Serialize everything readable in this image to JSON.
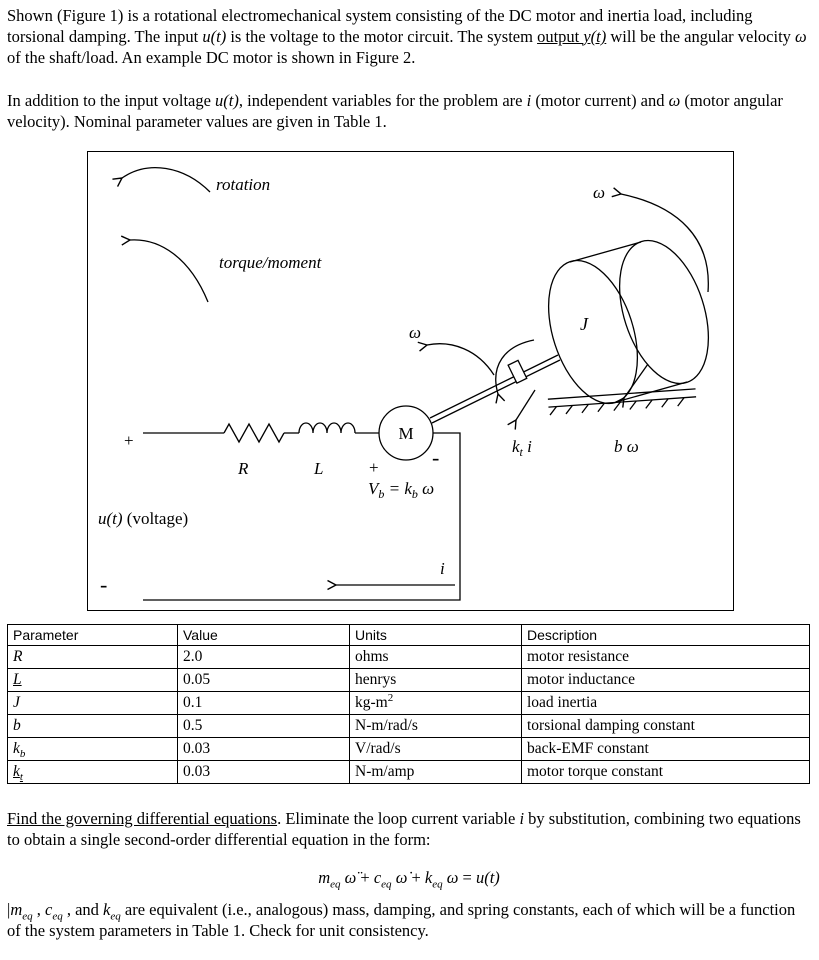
{
  "intro": {
    "p1": [
      {
        "t": "Shown (Figure 1) is a rotational electromechanical system consisting of the DC motor and inertia load, including torsional damping. The input "
      },
      {
        "t": "u(t)",
        "i": 1
      },
      {
        "t": " is the voltage to the motor circuit. The system "
      },
      {
        "t": "output ",
        "u": 1
      },
      {
        "t": "y(t)",
        "i": 1,
        "u": 1
      },
      {
        "t": " will be the angular velocity  "
      },
      {
        "t": "ω",
        "i": 1
      },
      {
        "t": "  of the shaft/load.   An example DC motor is shown in Figure 2."
      }
    ],
    "p2": [
      {
        "t": "In addition to the input voltage "
      },
      {
        "t": "u(t)",
        "i": 1
      },
      {
        "t": ", independent variables for the problem are "
      },
      {
        "t": "i",
        "i": 1
      },
      {
        "t": " (motor current) and "
      },
      {
        "t": "ω",
        "i": 1
      },
      {
        "t": " (motor angular velocity). Nominal parameter values are given in Table 1."
      }
    ]
  },
  "figure": {
    "rotation": "rotation",
    "torque": "torque/moment",
    "omega_top": "ω",
    "omega_mid": "ω",
    "motor": "M",
    "r_label": "R",
    "l_label": "L",
    "plus_input": "+",
    "minus_input": "-",
    "plus_motor": "+",
    "minus_motor": "-",
    "vb": [
      "V",
      "b",
      " = k",
      "b",
      " ω"
    ],
    "voltage": [
      "u(t)",
      "  (voltage)"
    ],
    "i_label": "i",
    "kti": [
      "k",
      "t",
      " i"
    ],
    "bw": [
      "b",
      " ω"
    ],
    "j_label": "J"
  },
  "table": {
    "headers": [
      "Parameter",
      "Value",
      "Units",
      "Description"
    ],
    "rows": [
      {
        "param": [
          {
            "t": "R",
            "i": 1
          }
        ],
        "value": [
          {
            "t": "2.0"
          }
        ],
        "units": [
          {
            "t": "ohms"
          }
        ],
        "desc": [
          {
            "t": "motor resistance"
          }
        ]
      },
      {
        "param": [
          {
            "t": "L",
            "i": 1,
            "u": 1
          }
        ],
        "value": [
          {
            "t": "0.05"
          }
        ],
        "units": [
          {
            "t": "henrys"
          }
        ],
        "desc": [
          {
            "t": "motor inductance"
          }
        ]
      },
      {
        "param": [
          {
            "t": "J",
            "i": 1
          }
        ],
        "value": [
          {
            "t": "0.1"
          }
        ],
        "units": [
          {
            "t": "kg-m"
          },
          {
            "t": "2",
            "sup": 1
          }
        ],
        "desc": [
          {
            "t": "load inertia"
          }
        ]
      },
      {
        "param": [
          {
            "t": "b",
            "i": 1
          }
        ],
        "value": [
          {
            "t": "0.5"
          }
        ],
        "units": [
          {
            "t": "N-m/rad/s"
          }
        ],
        "desc": [
          {
            "t": "torsional damping constant"
          }
        ]
      },
      {
        "param": [
          {
            "t": "k",
            "i": 1
          },
          {
            "t": "b",
            "i": 1,
            "sub": 1
          }
        ],
        "value": [
          {
            "t": "0.03"
          }
        ],
        "units": [
          {
            "t": "V/rad/s"
          }
        ],
        "desc": [
          {
            "t": "back-EMF constant"
          }
        ]
      },
      {
        "param": [
          {
            "t": "k",
            "i": 1,
            "u": 1
          },
          {
            "t": "t",
            "i": 1,
            "sub": 1,
            "u": 1
          }
        ],
        "value": [
          {
            "t": "0.03"
          }
        ],
        "units": [
          {
            "t": "N-m/amp"
          }
        ],
        "desc": [
          {
            "t": "motor torque constant"
          }
        ]
      }
    ]
  },
  "tasks": {
    "p1": [
      {
        "t": "Find the governing differential equations",
        "u": 1
      },
      {
        "t": ".  Eliminate the loop current variable "
      },
      {
        "t": "i",
        "i": 1
      },
      {
        "t": " by substitution, combining two equations to obtain a single second-order differential equation in the form:"
      }
    ],
    "equation": [
      {
        "t": "m",
        "i": 1
      },
      {
        "t": "eq",
        "i": 1,
        "sub": 1
      },
      {
        "t": " "
      },
      {
        "t": "ω̈",
        "i": 1
      },
      {
        "t": " + "
      },
      {
        "t": "c",
        "i": 1
      },
      {
        "t": "eq",
        "i": 1,
        "sub": 1
      },
      {
        "t": " "
      },
      {
        "t": "ω̇",
        "i": 1
      },
      {
        "t": " + "
      },
      {
        "t": "k",
        "i": 1
      },
      {
        "t": "eq",
        "i": 1,
        "sub": 1
      },
      {
        "t": " "
      },
      {
        "t": "ω",
        "i": 1
      },
      {
        "t": " = "
      },
      {
        "t": "u(t)",
        "i": 1
      }
    ],
    "p2": [
      {
        "t": "|"
      },
      {
        "t": "m",
        "i": 1
      },
      {
        "t": "eq",
        "i": 1,
        "sub": 1
      },
      {
        "t": " , "
      },
      {
        "t": "c",
        "i": 1
      },
      {
        "t": "eq",
        "i": 1,
        "sub": 1
      },
      {
        "t": " , and  "
      },
      {
        "t": "k",
        "i": 1
      },
      {
        "t": "eq",
        "i": 1,
        "sub": 1
      },
      {
        "t": "  are equivalent (i.e.,  analogous) mass, damping, and spring constants, each of which will be a function of the system parameters in Table 1. Check for unit consistency."
      }
    ]
  }
}
